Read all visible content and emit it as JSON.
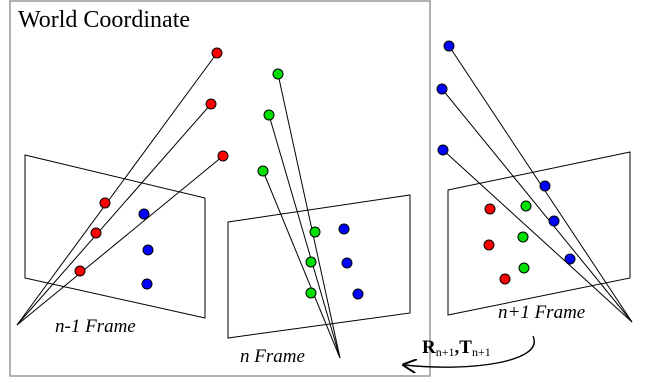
{
  "title": "World Coordinate",
  "frames": {
    "left_label": "n-1 Frame",
    "middle_label": "n Frame",
    "right_label": "n+1 Frame"
  },
  "transform": {
    "R": "R",
    "R_sub": "n+1",
    "sep": ",",
    "T": "T",
    "T_sub": "n+1"
  },
  "colors": {
    "red": "#ff0000",
    "green": "#00e000",
    "blue": "#0000ff",
    "box": "#999999",
    "stroke": "#000000"
  }
}
